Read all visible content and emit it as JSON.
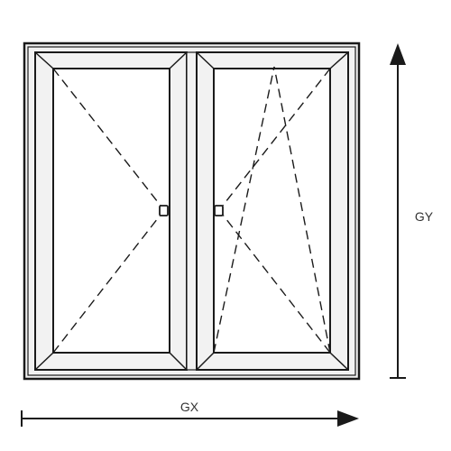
{
  "dimensions": {
    "width_label": "GX",
    "height_label": "GY"
  },
  "window": {
    "sashes": [
      {
        "opening": "turn",
        "hinge_side": "left"
      },
      {
        "opening": "tilt-and-turn",
        "hinge_side": "right"
      }
    ]
  },
  "colors": {
    "stroke": "#1a1a1a",
    "frame_fill": "#f2f2f2",
    "glass_fill": "#ffffff",
    "label": "#333333"
  }
}
